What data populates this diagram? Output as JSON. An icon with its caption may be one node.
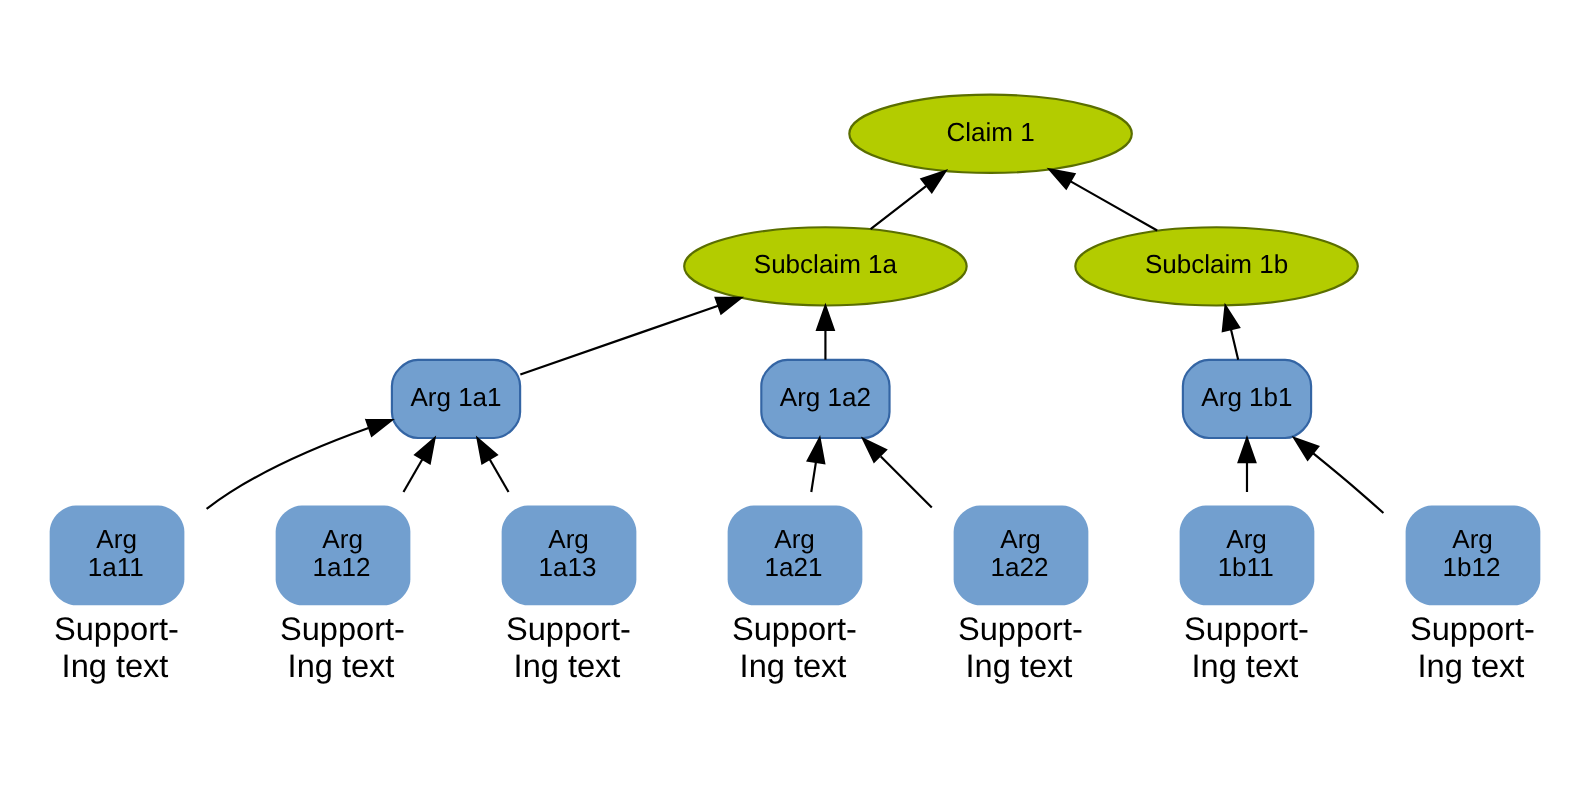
{
  "diagram": {
    "nodes": [
      {
        "text": [
          "Claim 1"
        ]
      },
      {
        "text": [
          "Subclaim 1a"
        ]
      },
      {
        "text": [
          "Subclaim 1b"
        ]
      },
      {
        "text": [
          "Arg 1a1"
        ]
      },
      {
        "text": [
          "Arg 1a2"
        ]
      },
      {
        "text": [
          "Arg 1b1"
        ]
      },
      {
        "text": [
          "Arg 1a11"
        ],
        "beside": [
          "Support- Ing text"
        ]
      },
      {
        "text": [
          "Arg 1a12"
        ],
        "beside": [
          "Support- Ing text"
        ]
      },
      {
        "text": [
          "Arg 1a13"
        ],
        "beside": [
          "Support- Ing text"
        ]
      },
      {
        "text": [
          "Arg 1a21"
        ],
        "beside": [
          "Support- Ing text"
        ]
      },
      {
        "text": [
          "Arg 1a22"
        ],
        "beside": [
          "Support- Ing text"
        ]
      },
      {
        "text": [
          "Arg 1b11"
        ],
        "beside": [
          "Support- Ing text"
        ]
      },
      {
        "text": [
          "Arg 1b12"
        ],
        "beside": [
          "Support- Ing text"
        ]
      }
    ],
    "edges": [
      {
        "from": 1,
        "to": 0,
        "arrow": "to"
      },
      {
        "from": 2,
        "to": 0,
        "arrow": "to"
      },
      {
        "from": 3,
        "to": 1,
        "arrow": "to"
      },
      {
        "from": 4,
        "to": 1,
        "arrow": "to"
      },
      {
        "from": 5,
        "to": 2,
        "arrow": "to"
      },
      {
        "from": 6,
        "to": 3,
        "arrow": "to"
      },
      {
        "from": 7,
        "to": 3,
        "arrow": "to"
      },
      {
        "from": 8,
        "to": 3,
        "arrow": "to"
      },
      {
        "from": 9,
        "to": 4,
        "arrow": "to"
      },
      {
        "from": 10,
        "to": 4,
        "arrow": "to"
      },
      {
        "from": 11,
        "to": 5,
        "arrow": "to"
      },
      {
        "from": 12,
        "to": 5,
        "arrow": "to"
      }
    ]
  }
}
